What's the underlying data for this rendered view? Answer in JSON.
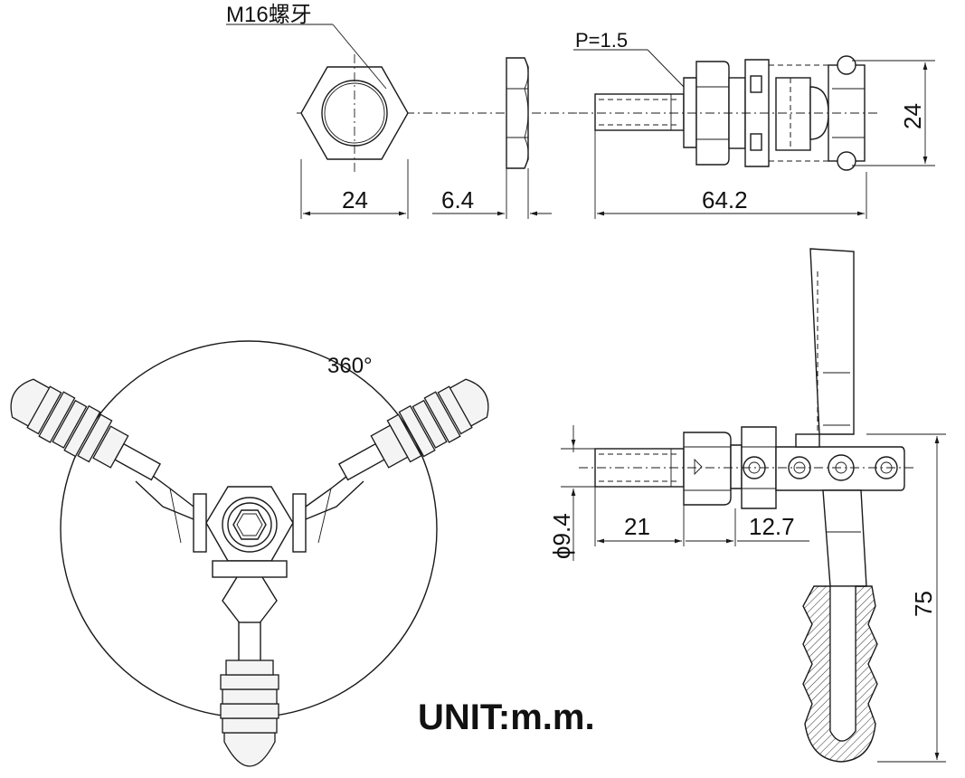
{
  "labels": {
    "thread": "M16螺牙",
    "pitch": "P=1.5",
    "rotation": "360°",
    "unit": "UNIT:m.m."
  },
  "dimensions": {
    "nut_width": "24",
    "nut_thickness": "6.4",
    "overall_length": "64.2",
    "side_height": "24",
    "shaft_diameter": "ϕ9.4",
    "shaft_length": "21",
    "body_length": "12.7",
    "handle_length": "75"
  }
}
